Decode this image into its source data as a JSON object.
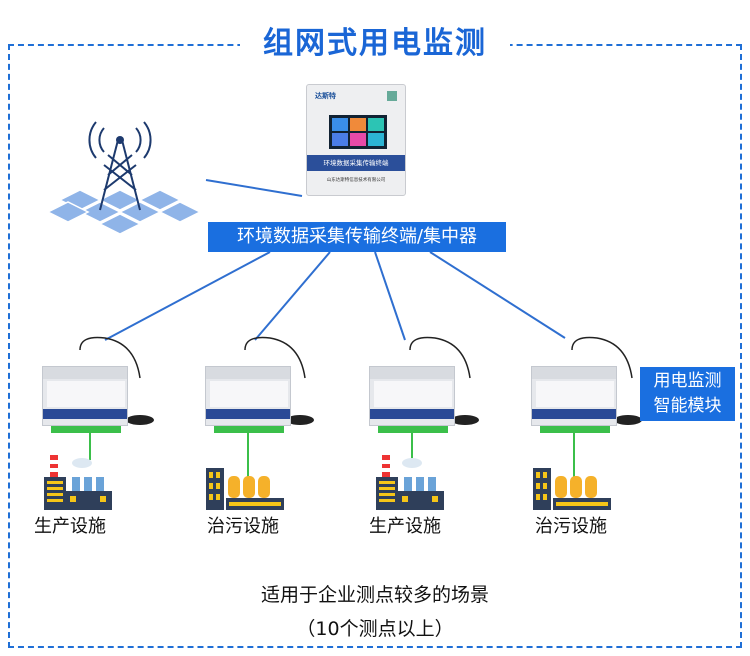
{
  "title": "组网式用电监测",
  "terminal": {
    "logo": "达斯特",
    "screen_label": "环境数据采集传输终端",
    "company": "山东达斯特信息技术有限公司"
  },
  "concentrator_label": "环境数据采集传输终端/集中器",
  "module_label_line1": "用电监测",
  "module_label_line2": "智能模块",
  "facilities": [
    {
      "label": "生产设施",
      "icon": "factory-icon"
    },
    {
      "label": "治污设施",
      "icon": "treatment-plant-icon"
    },
    {
      "label": "生产设施",
      "icon": "factory-icon"
    },
    {
      "label": "治污设施",
      "icon": "treatment-plant-icon"
    }
  ],
  "footer": {
    "line1": "适用于企业测点较多的场景",
    "line2": "（10个测点以上）"
  },
  "colors": {
    "accent": "#1a6fe0",
    "line": "#2f6fd0",
    "wire": "#3bbf4a"
  }
}
